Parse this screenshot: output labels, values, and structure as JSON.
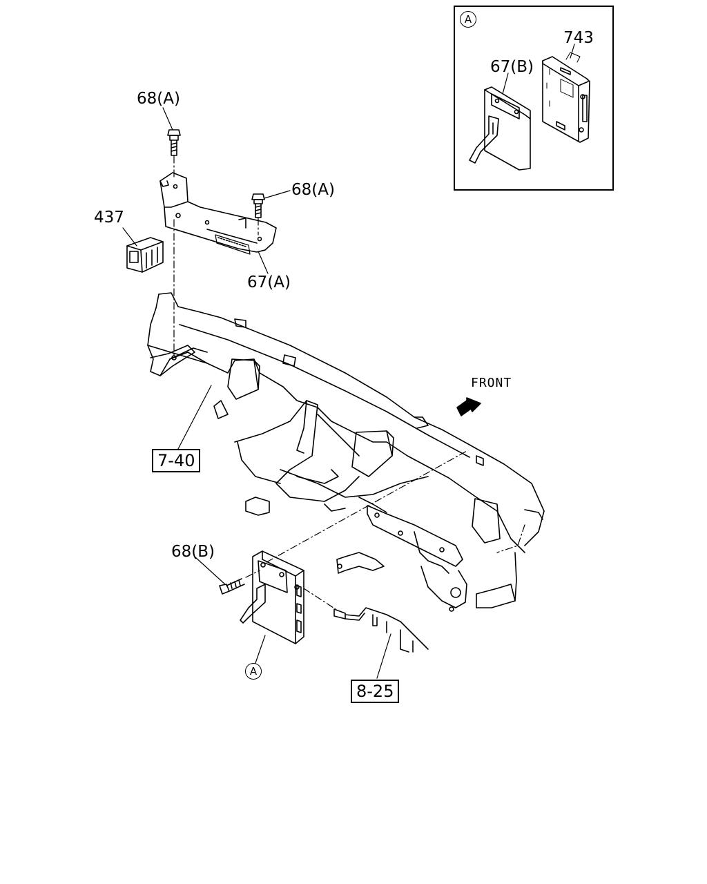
{
  "diagram": {
    "labels": {
      "bolt_upper_left": "68(A)",
      "bolt_upper_right": "68(A)",
      "bracket_upper": "67(A)",
      "relay_box": "437",
      "inset_bracket": "67(B)",
      "inset_module": "743",
      "screw_lower": "68(B)",
      "ref_crossmember": "7-40",
      "ref_harness": "8-25",
      "front_arrow": "FRONT",
      "detail_marker": "A",
      "inset_marker": "A"
    }
  }
}
